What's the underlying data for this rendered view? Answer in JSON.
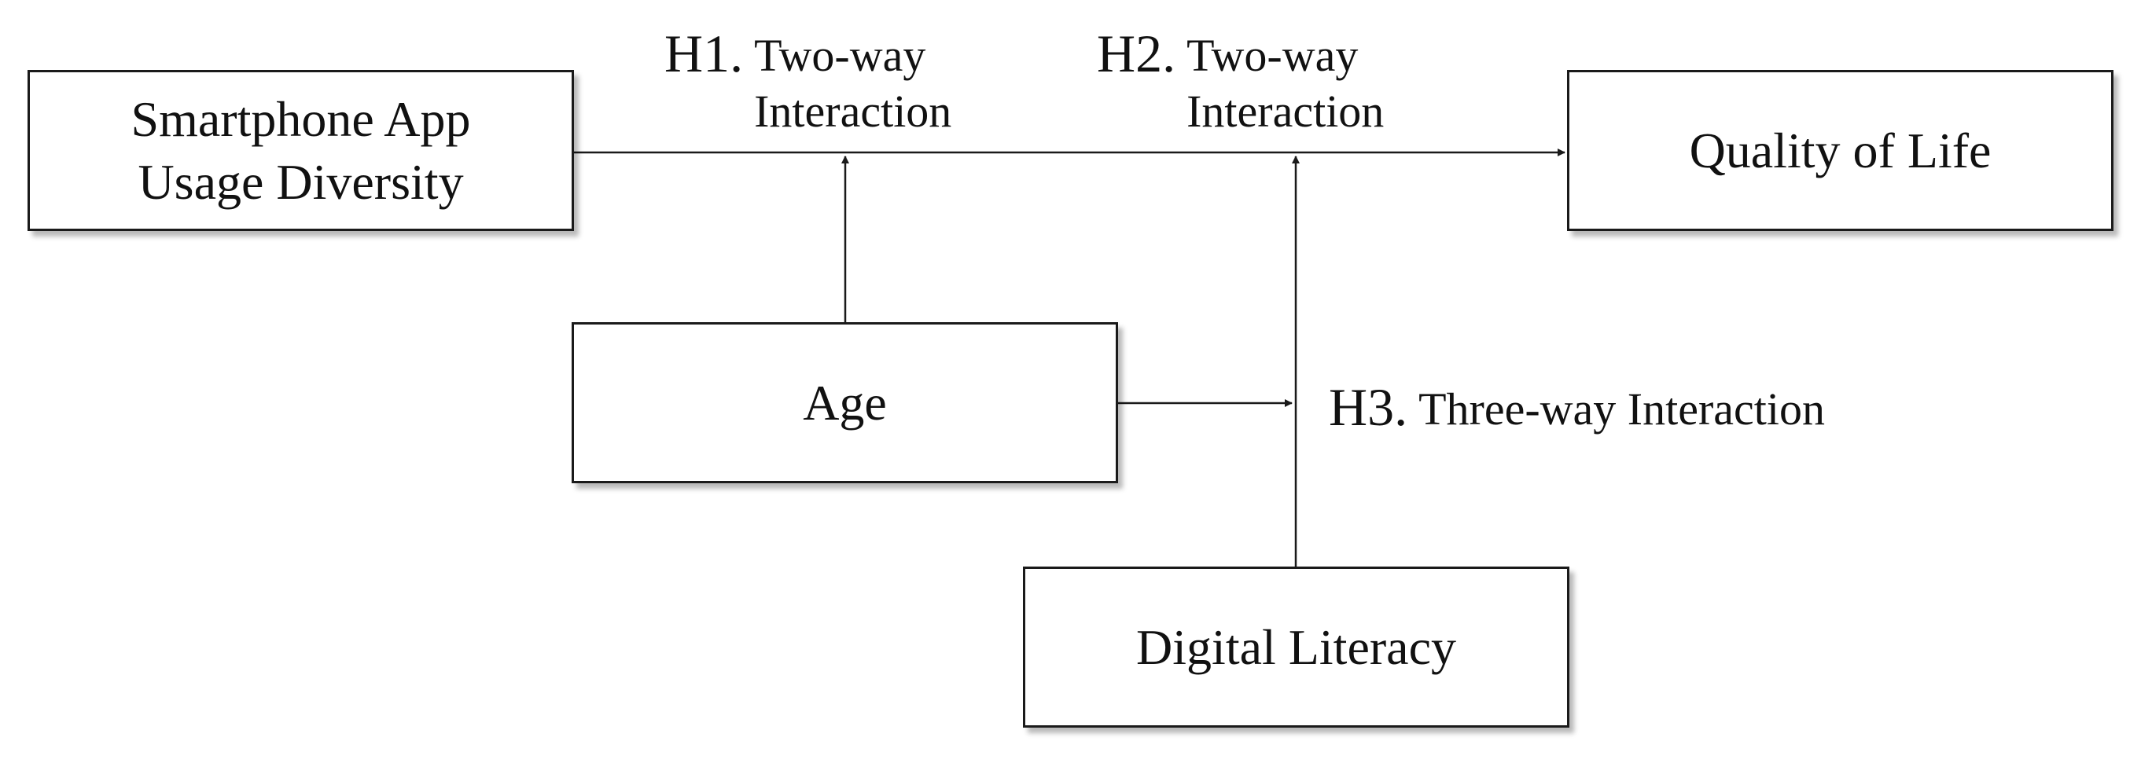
{
  "boxes": {
    "smartphone": "Smartphone App\nUsage Diversity",
    "quality": "Quality of Life",
    "age": "Age",
    "digital": "Digital Literacy"
  },
  "hypotheses": {
    "h1": {
      "tag": "H1.",
      "text": "Two-way\nInteraction"
    },
    "h2": {
      "tag": "H2.",
      "text": "Two-way\nInteraction"
    },
    "h3": {
      "tag": "H3.",
      "text": "Three-way Interaction"
    }
  },
  "colors": {
    "line": "#1a1a1a",
    "box_border": "#1a1a1a",
    "background": "#ffffff"
  }
}
